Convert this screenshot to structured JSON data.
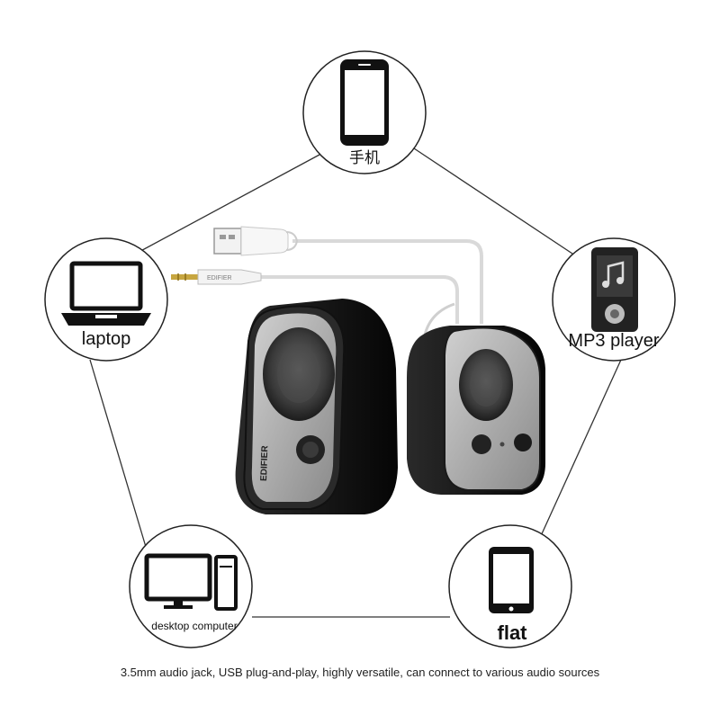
{
  "devices": {
    "phone": {
      "label": "手机",
      "icon": "smartphone-icon"
    },
    "laptop": {
      "label": "laptop",
      "icon": "laptop-icon"
    },
    "mp3": {
      "label": "MP3 player",
      "icon": "mp3-player-icon"
    },
    "desktop": {
      "label": "desktop computer",
      "icon": "desktop-computer-icon"
    },
    "tablet": {
      "label": "flat",
      "icon": "tablet-icon"
    }
  },
  "speaker": {
    "brand": "EDIFIER"
  },
  "plugs": {
    "jack_brand": "EDIFIER"
  },
  "caption": "3.5mm audio jack, USB plug-and-play, highly versatile, can connect to various audio sources",
  "colors": {
    "line": "#333333",
    "circle_border": "#222222",
    "cable": "#d9d9d9",
    "speaker_body": "#111111",
    "speaker_face": "#a9a9a9"
  }
}
